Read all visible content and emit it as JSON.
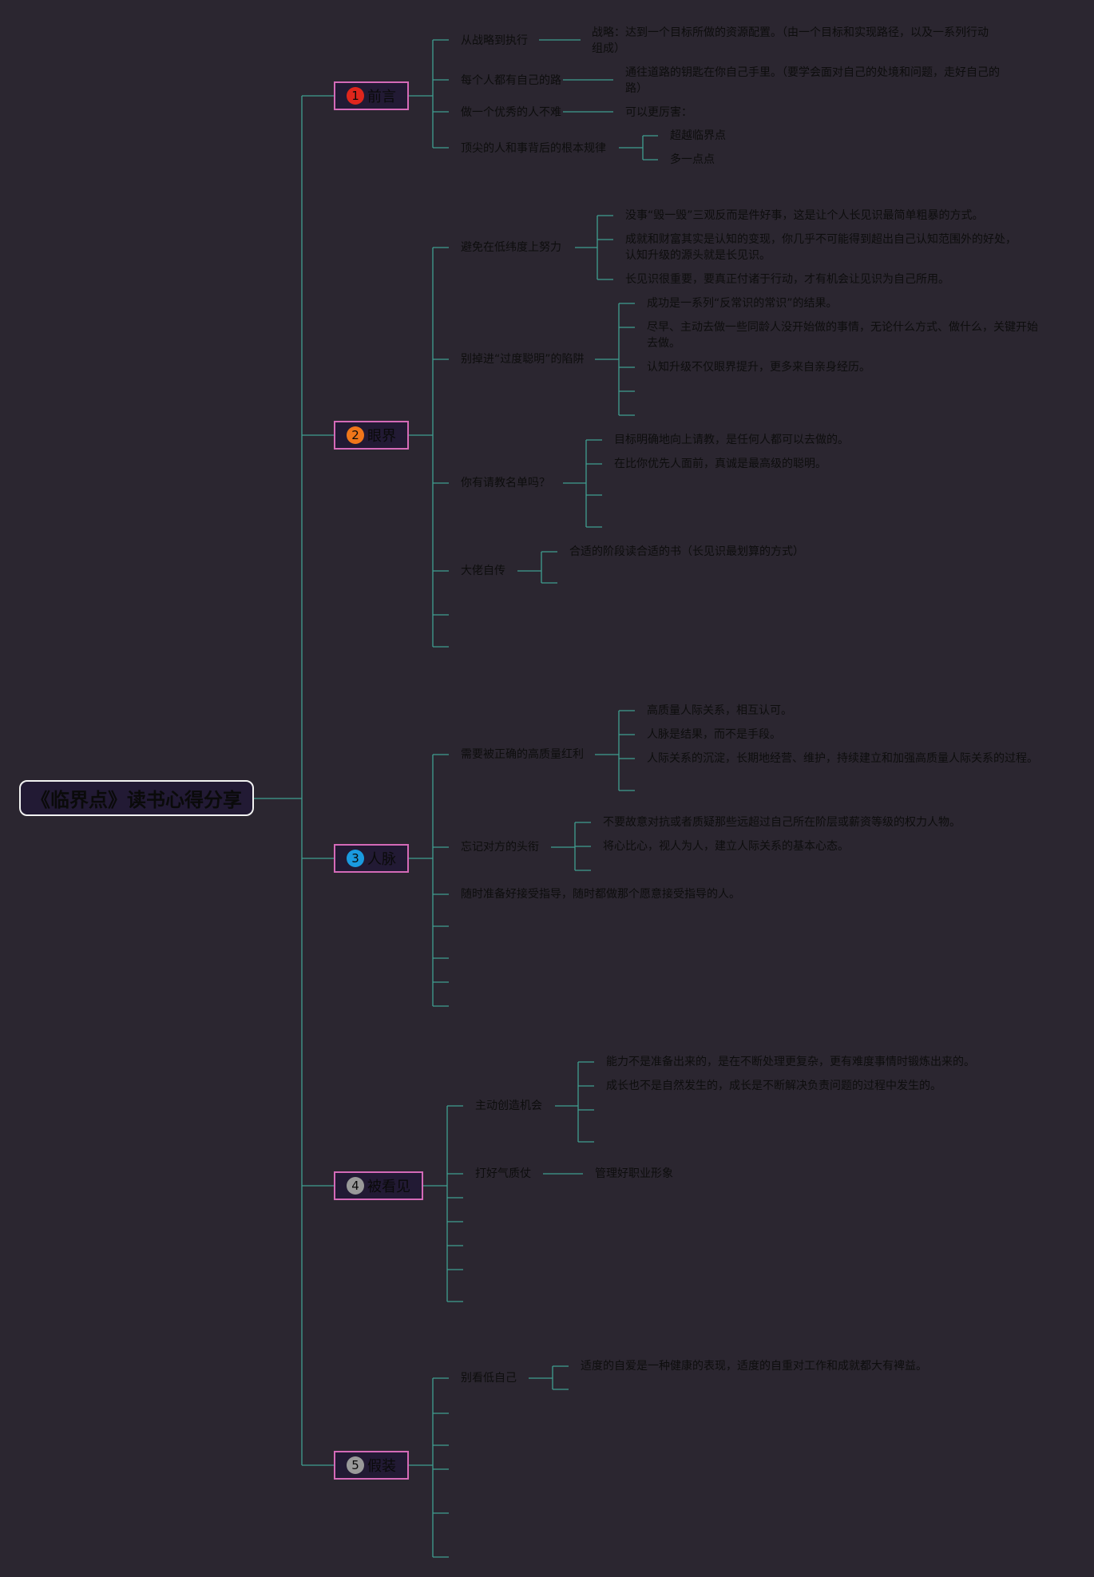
{
  "title": "《临界点》读书心得分享",
  "colors": {
    "background": "#2b2630",
    "line": "#3f9e90",
    "node_border": "#d46ab8",
    "num_1": "#e0261c",
    "num_2": "#f0761a",
    "num_3": "#1a9ae0",
    "num_4": "#9a9a9a",
    "num_5": "#9a9a9a"
  },
  "branches": [
    {
      "num": "1",
      "label": "前言",
      "topics": [
        {
          "label": "从战略到执行",
          "notes": [
            "战略：达到一个目标所做的资源配置。（由一个目标和实现路径，以及一系列行动组成）"
          ]
        },
        {
          "label": "每个人都有自己的路",
          "notes": [
            "通往道路的钥匙在你自己手里。（要学会面对自己的处境和问题，走好自己的路）"
          ]
        },
        {
          "label": "做一个优秀的人不难",
          "notes": [
            "可以更厉害："
          ]
        },
        {
          "label": "顶尖的人和事背后的根本规律",
          "notes": [
            "超越临界点",
            "多一点点"
          ]
        }
      ]
    },
    {
      "num": "2",
      "label": "眼界",
      "topics": [
        {
          "label": "避免在低纬度上努力",
          "notes": [
            "没事“毁一毁”三观反而是件好事，这是让个人长见识最简单粗暴的方式。",
            "成就和财富其实是认知的变现，你几乎不可能得到超出自己认知范围外的好处，认知升级的源头就是长见识。",
            "长见识很重要，要真正付诸于行动，才有机会让见识为自己所用。"
          ]
        },
        {
          "label": "别掉进“过度聪明”的陷阱",
          "notes": [
            "成功是一系列“反常识的常识”的结果。",
            "尽早、主动去做一些同龄人没开始做的事情，无论什么方式、做什么，关键开始去做。",
            "认知升级不仅眼界提升，更多来自亲身经历。"
          ]
        },
        {
          "label": "你有请教名单吗？",
          "notes": [
            "目标明确地向上请教，是任何人都可以去做的。",
            "在比你优先人面前，真诚是最高级的聪明。"
          ]
        },
        {
          "label": "大佬自传",
          "notes": [
            "合适的阶段读合适的书（长见识最划算的方式）"
          ]
        }
      ]
    },
    {
      "num": "3",
      "label": "人脉",
      "topics": [
        {
          "label": "需要被正确的高质量红利",
          "notes": [
            "高质量人际关系，相互认可。",
            "人脉是结果，而不是手段。",
            "人际关系的沉淀，长期地经营、维护，持续建立和加强高质量人际关系的过程。"
          ]
        },
        {
          "label": "忘记对方的头衔",
          "notes": [
            "不要故意对抗或者质疑那些远超过自己所在阶层或薪资等级的权力人物。",
            "将心比心，视人为人，建立人际关系的基本心态。"
          ]
        },
        {
          "label": "随时准备好接受指导，随时都做那个愿意接受指导的人。",
          "notes": []
        }
      ]
    },
    {
      "num": "4",
      "label": "被看见",
      "topics": [
        {
          "label": "主动创造机会",
          "notes": [
            "能力不是准备出来的，是在不断处理更复杂，更有难度事情时锻炼出来的。",
            "成长也不是自然发生的，成长是不断解决负责问题的过程中发生的。"
          ]
        },
        {
          "label": "打好气质仗",
          "notes": [
            "管理好职业形象"
          ]
        }
      ]
    },
    {
      "num": "5",
      "label": "假装",
      "topics": [
        {
          "label": "别看低自己",
          "notes": [
            "适度的自爱是一种健康的表现，适度的自重对工作和成就都大有裨益。"
          ]
        }
      ]
    }
  ]
}
